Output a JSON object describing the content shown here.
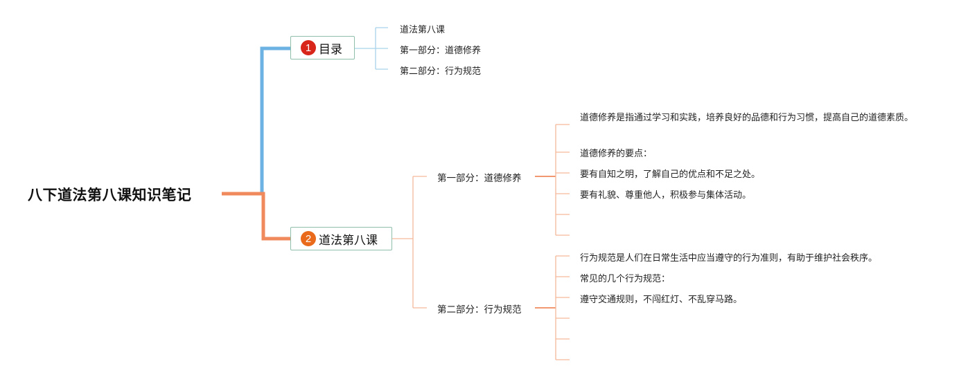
{
  "root": {
    "title": "八下道法第八课知识笔记"
  },
  "colors": {
    "blue": "#6cb2e3",
    "orange": "#f08a5d",
    "light_blue": "#a8d2ea",
    "light_orange": "#f5b89a",
    "badge_red": "#d8261b",
    "badge_orange": "#e86a1a"
  },
  "branches": [
    {
      "badge": "1",
      "label": "目录",
      "children": [
        "道法第八课",
        "第一部分：道德修养",
        "第二部分：行为规范"
      ]
    },
    {
      "badge": "2",
      "label": "道法第八课",
      "sections": [
        {
          "label": "第一部分：道德修养",
          "items": [
            "道德修养是指通过学习和实践，培养良好的品德和行为习惯，提高自己的道德素质。",
            "道德修养的要点：",
            "要有自知之明，了解自己的优点和不足之处。",
            "要有礼貌、尊重他人，积极参与集体活动。",
            "",
            ""
          ]
        },
        {
          "label": "第二部分：行为规范",
          "items": [
            "行为规范是人们在日常生活中应当遵守的行为准则，有助于维护社会秩序。",
            "常见的几个行为规范：",
            "遵守交通规则，不闯红灯、不乱穿马路。",
            "",
            "",
            ""
          ]
        }
      ]
    }
  ]
}
